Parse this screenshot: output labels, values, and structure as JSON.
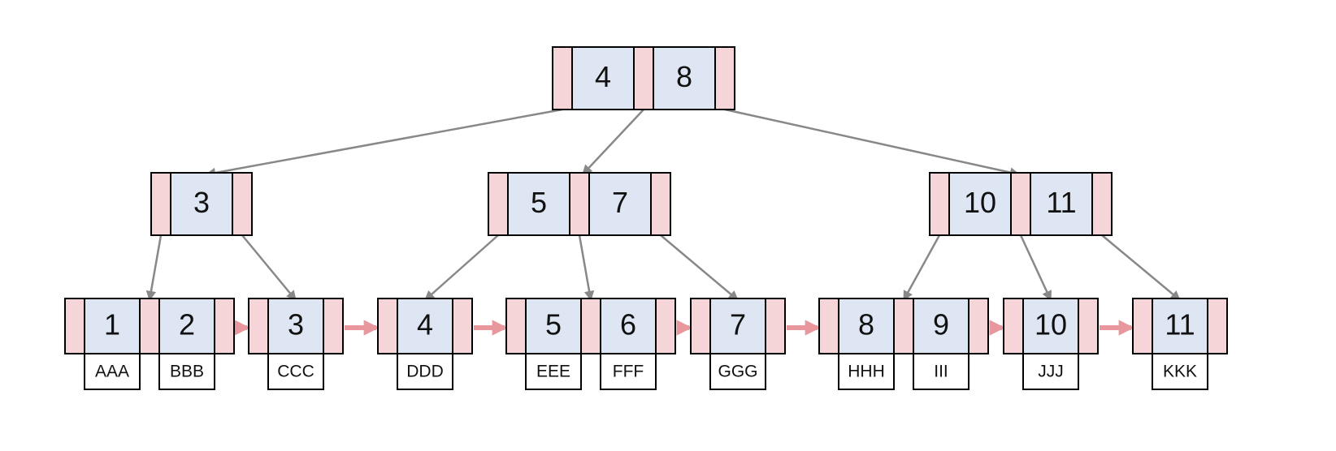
{
  "colors": {
    "pointer_cell": "#f5d5d8",
    "key_cell": "#dde6f2",
    "value_cell": "#ffffff",
    "tree_edge": "#888888",
    "leaf_link": "#e8979c"
  },
  "tree": {
    "root": {
      "keys": [
        "4",
        "8"
      ]
    },
    "internal": [
      {
        "keys": [
          "3"
        ]
      },
      {
        "keys": [
          "5",
          "7"
        ]
      },
      {
        "keys": [
          "10",
          "11"
        ]
      }
    ],
    "leaves": [
      {
        "keys": [
          "1",
          "2"
        ],
        "values": [
          "AAA",
          "BBB"
        ]
      },
      {
        "keys": [
          "3"
        ],
        "values": [
          "CCC"
        ]
      },
      {
        "keys": [
          "4"
        ],
        "values": [
          "DDD"
        ]
      },
      {
        "keys": [
          "5",
          "6"
        ],
        "values": [
          "EEE",
          "FFF"
        ]
      },
      {
        "keys": [
          "7"
        ],
        "values": [
          "GGG"
        ]
      },
      {
        "keys": [
          "8",
          "9"
        ],
        "values": [
          "HHH",
          "III"
        ]
      },
      {
        "keys": [
          "10"
        ],
        "values": [
          "JJJ"
        ]
      },
      {
        "keys": [
          "11"
        ],
        "values": [
          "KKK"
        ]
      }
    ]
  }
}
